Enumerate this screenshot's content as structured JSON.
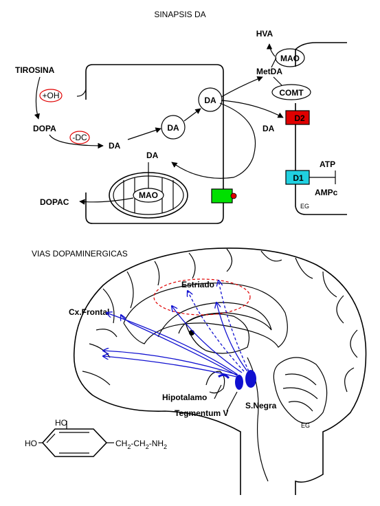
{
  "synapse": {
    "title": "SINAPSIS DA",
    "tyrosine": "TIROSINA",
    "hydroxylation": "+OH",
    "dopa": "DOPA",
    "decarboxylation": "-DC",
    "da": "DA",
    "mao": "MAO",
    "dopac": "DOPAC",
    "hva": "HVA",
    "metda": "MetDA",
    "comt": "COMT",
    "d2": "D2",
    "d1": "D1",
    "atp": "ATP",
    "ampc": "AMPc",
    "signature": "EG",
    "colors": {
      "d2": "#e00000",
      "d1": "#20d0e0",
      "transporter": "#00e000",
      "marker": "#e00000"
    }
  },
  "pathways": {
    "title": "VIAS DOPAMINERGICAS",
    "striatum": "Estriado",
    "frontal_cortex": "Cx.Frontal",
    "hypothalamus": "Hipotalamo",
    "vta": "Tegmentum V",
    "substantia_nigra": "S.Negra",
    "signature": "EG",
    "colors": {
      "pathway": "#1010d0",
      "striatum_outline": "#e00000"
    }
  },
  "molecule": {
    "ho_top": "HO",
    "ho_left": "HO",
    "chain_ch1": "CH",
    "sub1": "2",
    "chain_ch2": "-CH",
    "sub2": "2",
    "chain_nh": "-NH",
    "sub3": "2"
  }
}
